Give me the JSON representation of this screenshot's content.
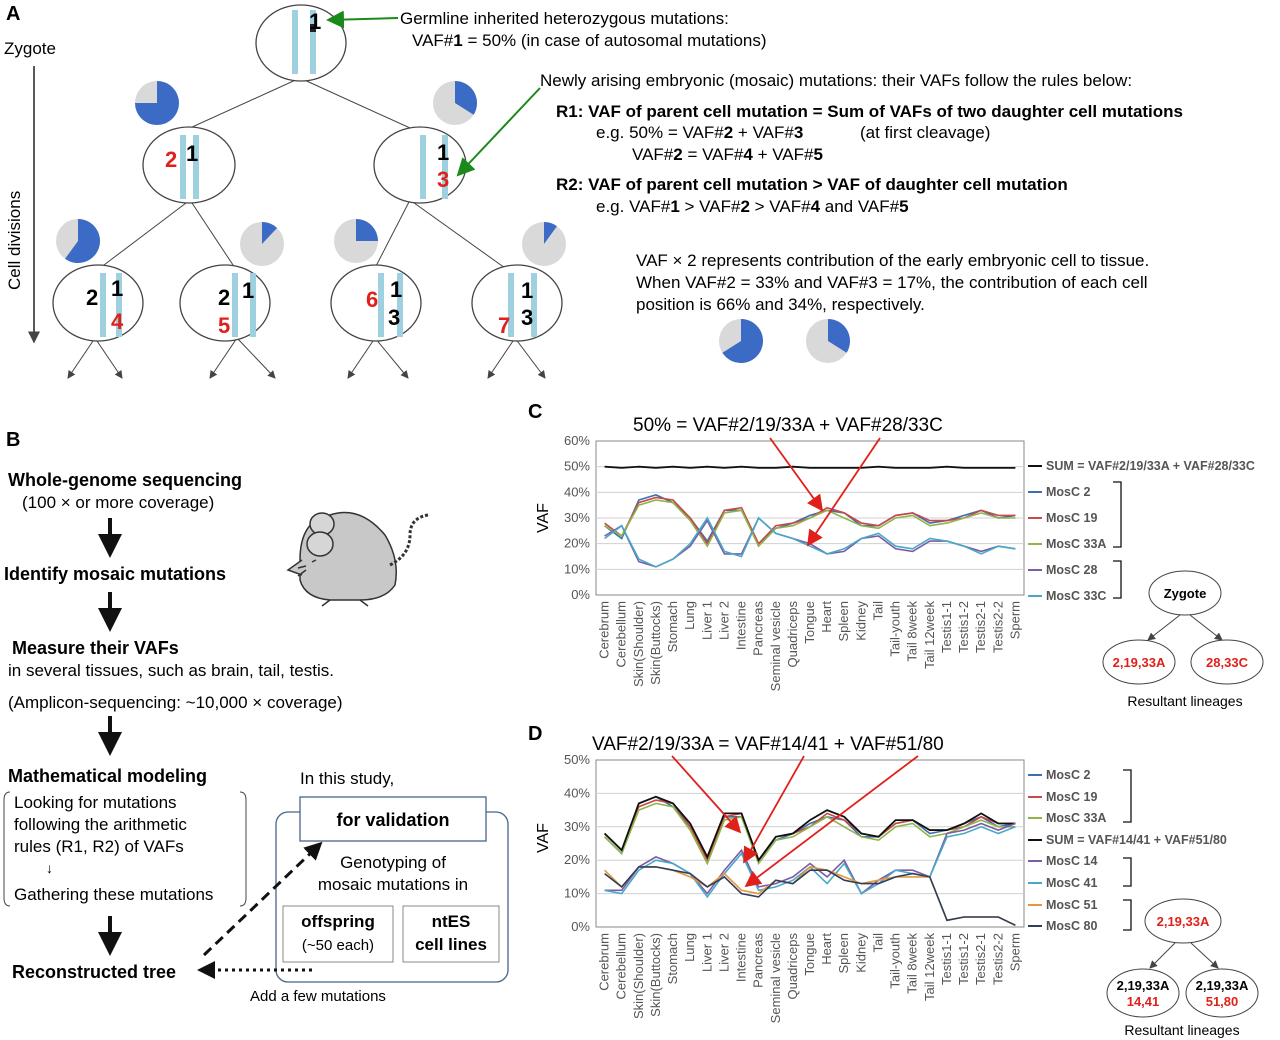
{
  "panelA": {
    "label": "A",
    "zygote": "Zygote",
    "cell_divisions": "Cell divisions",
    "germline_title": "Germline inherited heterozygous mutations:",
    "germline_vaf_pre": "VAF#",
    "germline_vaf_num": "1",
    "germline_vaf_post": " = 50% (in case of autosomal mutations)",
    "newly": "Newly arising embryonic (mosaic) mutations: their VAFs follow the rules below:",
    "r1": "R1: VAF of parent cell mutation = Sum of VAFs of two daughter cell mutations",
    "r1_eg_a": "e.g.  50% = VAF#",
    "r1_eg_b": "2",
    "r1_eg_c": " + VAF#",
    "r1_eg_d": "3",
    "r1_eg_note": "(at first cleavage)",
    "r1_line2_a": "VAF#",
    "r1_line2_b": "2",
    "r1_line2_c": " = VAF#",
    "r1_line2_d": "4",
    "r1_line2_e": " + VAF#",
    "r1_line2_f": "5",
    "r2": "R2: VAF of parent cell mutation > VAF of daughter cell mutation",
    "r2_a": "e.g.  VAF#",
    "r2_b": "1",
    "r2_c": " > VAF#",
    "r2_d": "2",
    "r2_e": " > VAF#",
    "r2_f": "4",
    "r2_g": " and VAF#",
    "r2_h": "5",
    "contrib1": "VAF × 2 represents contribution of the early embryonic cell to tissue.",
    "contrib2": "When VAF#2 = 33% and VAF#3 = 17%, the contribution of each cell",
    "contrib3": "position is 66% and 34%, respectively.",
    "cells": {
      "n1": "1",
      "n2": "2",
      "n3": "3",
      "n4": "4",
      "n5": "5",
      "n6": "6",
      "n7": "7"
    },
    "pie_fractions": [
      0.75,
      0.34,
      0.6,
      0.12,
      0.25,
      0.1,
      0.66,
      0.34
    ]
  },
  "panelB": {
    "label": "B",
    "s1": "Whole-genome sequencing",
    "s1b": "(100 × or more coverage)",
    "s2": "Identify mosaic mutations",
    "s3": "Measure their VAFs",
    "s3b": "in several tissues, such as brain, tail, testis.",
    "s3c": "(Amplicon-sequencing: ~10,000 × coverage)",
    "s4": "Mathematical modeling",
    "s4a": "Looking for mutations",
    "s4b": "following the arithmetic",
    "s4c": "rules (R1, R2) of VAFs",
    "s4d": "Gathering these mutations",
    "s5": "Reconstructed tree",
    "study": "In this study,",
    "validation": "for validation",
    "geno1": "Genotyping of",
    "geno2": "mosaic mutations in",
    "offspring": "offspring",
    "offspring2": "(~50 each)",
    "ntes": "ntES",
    "ntes2": "cell lines",
    "add": "Add a few mutations"
  },
  "tissues": [
    "Cerebrum",
    "Cerebellum",
    "Skin(Shoulder)",
    "Skin(Buttocks)",
    "Stomach",
    "Lung",
    "Liver 1",
    "Liver 2",
    "Intestine",
    "Pancreas",
    "Seminal vesicle",
    "Quadriceps",
    "Tongue",
    "Heart",
    "Spleen",
    "Kidney",
    "Tail",
    "Tail-youth",
    "Tail 8week",
    "Tail 12week",
    "Testis1-1",
    "Testis1-2",
    "Testis2-1",
    "Testis2-2",
    "Sperm"
  ],
  "chart_data": [
    {
      "type": "line",
      "panel": "C",
      "title": "50% = VAF#2/19/33A + VAF#28/33C",
      "ylabel": "VAF",
      "ylim": [
        0,
        60
      ],
      "yticks": [
        "0%",
        "10%",
        "20%",
        "30%",
        "40%",
        "50%",
        "60%"
      ],
      "series": [
        {
          "name": "SUM = VAF#2/19/33A + VAF#28/33C",
          "color": "#111111",
          "values": [
            50,
            49.5,
            50,
            49.5,
            50,
            49.5,
            50,
            49.5,
            50,
            49.5,
            49.5,
            50,
            49.5,
            49.5,
            49.5,
            49.5,
            50,
            49.5,
            49.5,
            49.5,
            50,
            49.5,
            49.5,
            49.5,
            49.5
          ]
        },
        {
          "name": "MosC 2",
          "color": "#3d6fae",
          "values": [
            27,
            22,
            37,
            39,
            36,
            30,
            21,
            33,
            33,
            20,
            26,
            28,
            31,
            33,
            32,
            27,
            27,
            31,
            32,
            28,
            29,
            31,
            33,
            30,
            31
          ]
        },
        {
          "name": "MosC 19",
          "color": "#c94848",
          "values": [
            28,
            23,
            36,
            38,
            37,
            30,
            20,
            33,
            34,
            20,
            27,
            28,
            30,
            34,
            32,
            28,
            27,
            31,
            32,
            29,
            29,
            30,
            33,
            31,
            31
          ]
        },
        {
          "name": "MosC 33A",
          "color": "#8fb54a",
          "values": [
            27,
            23,
            35,
            37,
            36,
            29,
            19,
            32,
            33,
            19,
            26,
            27,
            30,
            33,
            30,
            27,
            26,
            30,
            31,
            27,
            28,
            30,
            32,
            30,
            30
          ]
        },
        {
          "name": "MosC 28",
          "color": "#7d5ba6",
          "values": [
            23,
            27,
            13,
            11,
            14,
            19,
            29,
            16,
            16,
            30,
            24,
            22,
            20,
            16,
            17,
            22,
            23,
            18,
            17,
            21,
            21,
            19,
            17,
            19,
            18
          ]
        },
        {
          "name": "MosC 33C",
          "color": "#47a9c8",
          "values": [
            22,
            27,
            14,
            11,
            14,
            20,
            30,
            17,
            15,
            30,
            24,
            22,
            19,
            16,
            18,
            22,
            24,
            19,
            18,
            22,
            21,
            19,
            16,
            19,
            18
          ]
        }
      ],
      "tree": {
        "root": "Zygote",
        "left": "2,19,33A",
        "right": "28,33C",
        "caption": "Resultant lineages"
      }
    },
    {
      "type": "line",
      "panel": "D",
      "title": "VAF#2/19/33A = VAF#14/41 + VAF#51/80",
      "ylabel": "VAF",
      "ylim": [
        0,
        50
      ],
      "yticks": [
        "0%",
        "10%",
        "20%",
        "30%",
        "40%",
        "50%"
      ],
      "series": [
        {
          "name": "MosC 2",
          "color": "#3d6fae",
          "values": [
            27,
            22,
            37,
            39,
            36,
            30,
            21,
            33,
            33,
            20,
            26,
            28,
            31,
            33,
            32,
            27,
            27,
            31,
            32,
            28,
            29,
            31,
            33,
            30,
            31
          ]
        },
        {
          "name": "MosC 19",
          "color": "#c94848",
          "values": [
            28,
            23,
            36,
            38,
            37,
            30,
            20,
            33,
            34,
            20,
            27,
            28,
            30,
            34,
            32,
            28,
            27,
            31,
            32,
            29,
            29,
            30,
            33,
            31,
            31
          ]
        },
        {
          "name": "MosC 33A",
          "color": "#8fb54a",
          "values": [
            27,
            22,
            35,
            37,
            36,
            29,
            19,
            32,
            33,
            19,
            26,
            27,
            30,
            33,
            30,
            27,
            26,
            30,
            31,
            27,
            28,
            30,
            32,
            30,
            30
          ]
        },
        {
          "name": "SUM = VAF#14/41 + VAF#51/80",
          "color": "#111111",
          "values": [
            28,
            23,
            37,
            39,
            37,
            31,
            21,
            34,
            34,
            20,
            27,
            28,
            32,
            35,
            33,
            28,
            27,
            32,
            32,
            29,
            29,
            31,
            34,
            31,
            31
          ]
        },
        {
          "name": "MosC 14",
          "color": "#7d5ba6",
          "values": [
            11,
            11,
            18,
            21,
            19,
            16,
            10,
            17,
            23,
            12,
            13,
            15,
            19,
            15,
            20,
            10,
            14,
            17,
            17,
            15,
            28,
            29,
            31,
            29,
            31
          ]
        },
        {
          "name": "MosC 41",
          "color": "#47a9c8",
          "values": [
            11,
            10,
            17,
            20,
            19,
            16,
            9,
            16,
            22,
            11,
            12,
            14,
            18,
            13,
            19,
            10,
            13,
            17,
            16,
            15,
            27,
            28,
            30,
            28,
            30
          ]
        },
        {
          "name": "MosC 51",
          "color": "#e8963a",
          "values": [
            17,
            12,
            18,
            18,
            17,
            15,
            12,
            16,
            11,
            10,
            14,
            13,
            18,
            17,
            15,
            13,
            14,
            15,
            15,
            15,
            2,
            3,
            3,
            3,
            0.5
          ]
        },
        {
          "name": "MosC 80",
          "color": "#2e3f5c",
          "values": [
            16,
            12,
            18,
            18,
            17,
            16,
            12,
            15,
            10,
            9,
            14,
            13,
            17,
            17,
            14,
            13,
            13,
            15,
            16,
            15,
            2,
            3,
            3,
            3,
            0.5
          ]
        }
      ],
      "tree": {
        "root": "2,19,33A",
        "left_top": "2,19,33A",
        "left_bottom": "14,41",
        "right_top": "2,19,33A",
        "right_bottom": "51,80",
        "caption": "Resultant lineages"
      }
    }
  ],
  "colors": {
    "red": "#e0201b",
    "blue_chromosome": "#9fd0e0",
    "pie_blue": "#3b6bc4",
    "pie_gray": "#d9d9d9",
    "arrow_green": "#1a8a1a",
    "arrow_red": "#e0201b"
  }
}
